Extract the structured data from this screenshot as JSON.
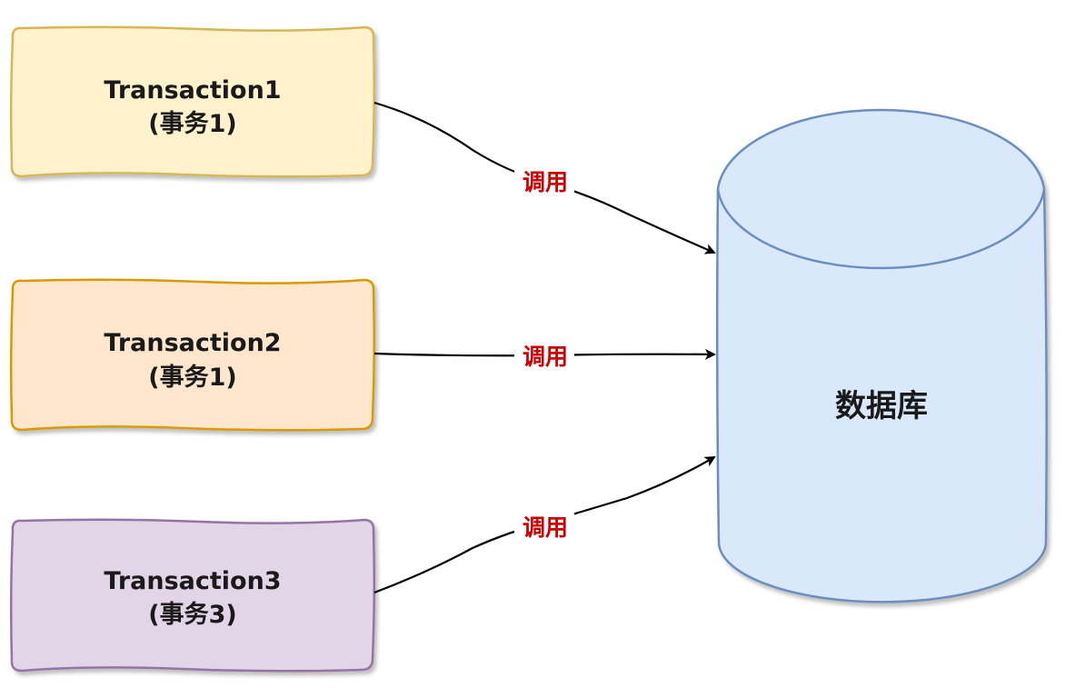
{
  "colors": {
    "tx1_fill": "#fff2cc",
    "tx1_stroke": "#d6b656",
    "tx2_fill": "#ffe6cc",
    "tx2_stroke": "#d79b00",
    "tx3_fill": "#e1d5e7",
    "tx3_stroke": "#9673a6",
    "db_fill": "#dae8fc",
    "db_stroke": "#6c8ebf",
    "edge_label": "#cc0000",
    "edge_line": "#000000"
  },
  "transactions": [
    {
      "name": "Transaction1",
      "subtitle": "(事务1)"
    },
    {
      "name": "Transaction2",
      "subtitle": "(事务1)"
    },
    {
      "name": "Transaction3",
      "subtitle": "(事务3)"
    }
  ],
  "edges": [
    {
      "label": "调用"
    },
    {
      "label": "调用"
    },
    {
      "label": "调用"
    }
  ],
  "database": {
    "label": "数据库"
  }
}
